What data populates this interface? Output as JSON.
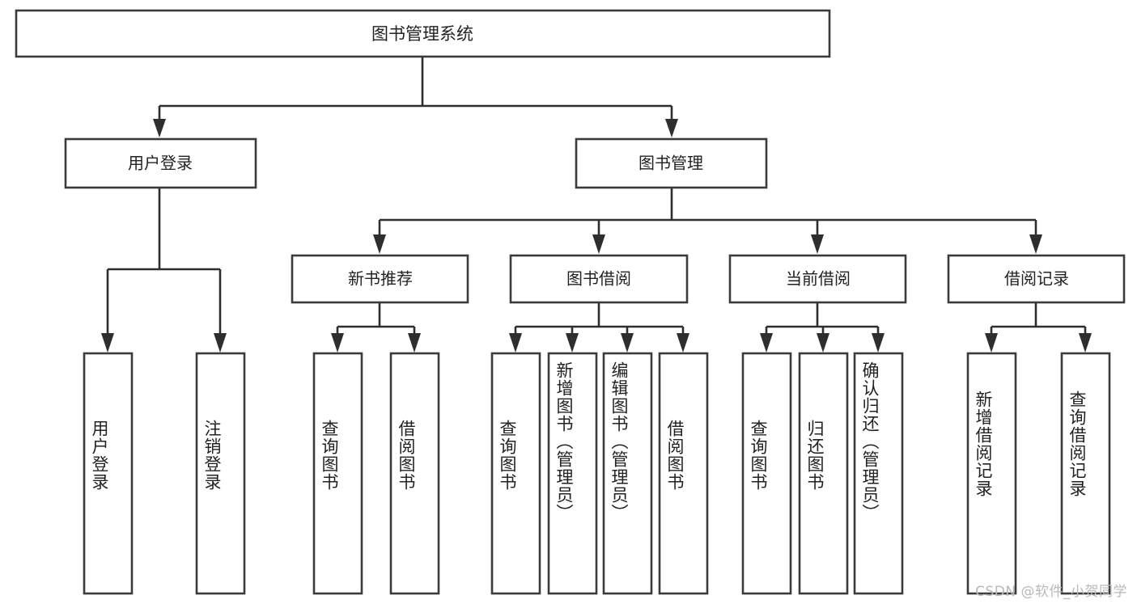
{
  "diagram": {
    "type": "tree",
    "title": "图书管理系统",
    "root": {
      "id": "root",
      "label": "图书管理系统"
    },
    "level2": [
      {
        "id": "user-login",
        "label": "用户登录"
      },
      {
        "id": "book-manage",
        "label": "图书管理"
      }
    ],
    "level3": [
      {
        "id": "new-book-rec",
        "label": "新书推荐",
        "parent": "book-manage"
      },
      {
        "id": "book-borrow",
        "label": "图书借阅",
        "parent": "book-manage"
      },
      {
        "id": "current-borrow",
        "label": "当前借阅",
        "parent": "book-manage"
      },
      {
        "id": "borrow-record",
        "label": "借阅记录",
        "parent": "book-manage"
      }
    ],
    "leaves": [
      {
        "id": "leaf-user-login",
        "label": "用户登录",
        "parent": "user-login"
      },
      {
        "id": "leaf-logout",
        "label": "注销登录",
        "parent": "user-login"
      },
      {
        "id": "leaf-query-book-1",
        "label": "查询图书",
        "parent": "new-book-rec"
      },
      {
        "id": "leaf-borrow-book-1",
        "label": "借阅图书",
        "parent": "new-book-rec"
      },
      {
        "id": "leaf-query-book-2",
        "label": "查询图书",
        "parent": "book-borrow"
      },
      {
        "id": "leaf-add-book",
        "label": "新增图书（管理员）",
        "parent": "book-borrow"
      },
      {
        "id": "leaf-edit-book",
        "label": "编辑图书（管理员）",
        "parent": "book-borrow"
      },
      {
        "id": "leaf-borrow-book-2",
        "label": "借阅图书",
        "parent": "book-borrow"
      },
      {
        "id": "leaf-query-book-3",
        "label": "查询图书",
        "parent": "current-borrow"
      },
      {
        "id": "leaf-return-book",
        "label": "归还图书",
        "parent": "current-borrow"
      },
      {
        "id": "leaf-confirm-return",
        "label": "确认归还（管理员）",
        "parent": "current-borrow"
      },
      {
        "id": "leaf-add-record",
        "label": "新增借阅记录",
        "parent": "borrow-record"
      },
      {
        "id": "leaf-query-record",
        "label": "查询借阅记录",
        "parent": "borrow-record"
      }
    ],
    "colors": {
      "box_stroke": "#3b3b3b",
      "box_fill": "#ffffff",
      "connector": "#2e2e2e",
      "text": "#222222",
      "background": "#ffffff",
      "watermark": "#b9b9b9"
    }
  },
  "watermark": {
    "text": "CSDN @软件_小贺同学"
  }
}
